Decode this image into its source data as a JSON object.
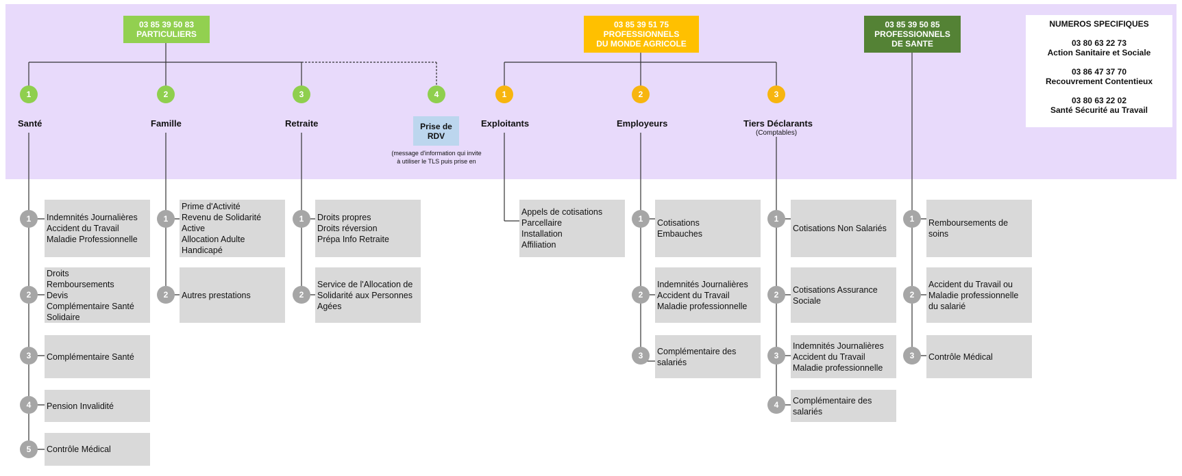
{
  "colors": {
    "band": "#e8dafb",
    "particuliers": "#92d050",
    "agricole": "#ffc000",
    "sante": "#548235",
    "circle_green": "#8fcf4e",
    "circle_orange": "#f7b50f",
    "circle_grey": "#a6a6a6",
    "box_grey": "#d9d9d9",
    "rdv_blue": "#bcd6ee"
  },
  "headers": {
    "particuliers": {
      "phone": "03 85 39 50 83",
      "lines": [
        "PARTICULIERS"
      ]
    },
    "agricole": {
      "phone": "03 85 39 51 75",
      "lines": [
        "PROFESSIONNELS",
        "DU MONDE AGRICOLE"
      ]
    },
    "sante": {
      "phone": "03 85 39 50 85",
      "lines": [
        "PROFESSIONNELS",
        "DE SANTE"
      ]
    }
  },
  "specific": {
    "title": "NUMEROS SPECIFIQUES",
    "entries": [
      {
        "phone": "03 80 63 22 73",
        "label": "Action Sanitaire et Sociale"
      },
      {
        "phone": "03 86 47 37 70",
        "label": "Recouvrement Contentieux"
      },
      {
        "phone": "03 80 63 22 02",
        "label": "Santé Sécurité au Travail"
      }
    ]
  },
  "particuliers_options": [
    {
      "num": "1",
      "label": "Santé"
    },
    {
      "num": "2",
      "label": "Famille"
    },
    {
      "num": "3",
      "label": "Retraite"
    },
    {
      "num": "4"
    }
  ],
  "rdv": {
    "lines": [
      "Prise de",
      "RDV"
    ],
    "note": [
      "(message d'information qui invite",
      "à utiliser le TLS puis prise en"
    ]
  },
  "agricole_options": [
    {
      "num": "1",
      "label": "Exploitants"
    },
    {
      "num": "2",
      "label": "Employeurs"
    },
    {
      "num": "3",
      "label": "Tiers Déclarants",
      "sub": "(Comptables)"
    }
  ],
  "sub_sante": [
    {
      "num": "1",
      "lines": [
        "Indemnités Journalières",
        "Accident du Travail",
        "Maladie Professionnelle"
      ]
    },
    {
      "num": "2",
      "lines": [
        "Droits",
        "Remboursements",
        "Devis",
        "Complémentaire Santé",
        "Solidaire"
      ]
    },
    {
      "num": "3",
      "lines": [
        "Complémentaire Santé"
      ]
    },
    {
      "num": "4",
      "lines": [
        "Pension Invalidité"
      ]
    },
    {
      "num": "5",
      "lines": [
        "Contrôle Médical"
      ]
    }
  ],
  "sub_famille": [
    {
      "num": "1",
      "lines": [
        "Prime d'Activité",
        "Revenu de Solidarité",
        "Active",
        "Allocation Adulte",
        "Handicapé"
      ]
    },
    {
      "num": "2",
      "lines": [
        "Autres prestations"
      ]
    }
  ],
  "sub_retraite": [
    {
      "num": "1",
      "lines": [
        "Droits propres",
        "Droits réversion",
        "Prépa Info Retraite"
      ]
    },
    {
      "num": "2",
      "lines": [
        "Service de l'Allocation de",
        "Solidarité aux Personnes",
        "Agées"
      ]
    }
  ],
  "sub_exploitants": {
    "lines": [
      "Appels de cotisations",
      "Parcellaire",
      "Installation",
      "Affiliation"
    ]
  },
  "sub_employeurs": [
    {
      "num": "1",
      "lines": [
        "Cotisations",
        "Embauches"
      ]
    },
    {
      "num": "2",
      "lines": [
        "Indemnités Journalières",
        "Accident du Travail",
        "Maladie professionnelle"
      ]
    },
    {
      "num": "3",
      "lines": [
        "Complémentaire des",
        "salariés"
      ]
    }
  ],
  "sub_tiers": [
    {
      "num": "1",
      "lines": [
        "Cotisations Non Salariés"
      ]
    },
    {
      "num": "2",
      "lines": [
        "Cotisations Assurance",
        "Sociale"
      ]
    },
    {
      "num": "3",
      "lines": [
        "Indemnités Journalières",
        "Accident du Travail",
        "Maladie professionnelle"
      ]
    },
    {
      "num": "4",
      "lines": [
        "Complémentaire des",
        "salariés"
      ]
    }
  ],
  "sub_pro_sante": [
    {
      "num": "1",
      "lines": [
        "Remboursements de",
        "soins"
      ]
    },
    {
      "num": "2",
      "lines": [
        "Accident du Travail ou",
        "Maladie professionnelle",
        "du salarié"
      ]
    },
    {
      "num": "3",
      "lines": [
        "Contrôle Médical"
      ]
    }
  ]
}
